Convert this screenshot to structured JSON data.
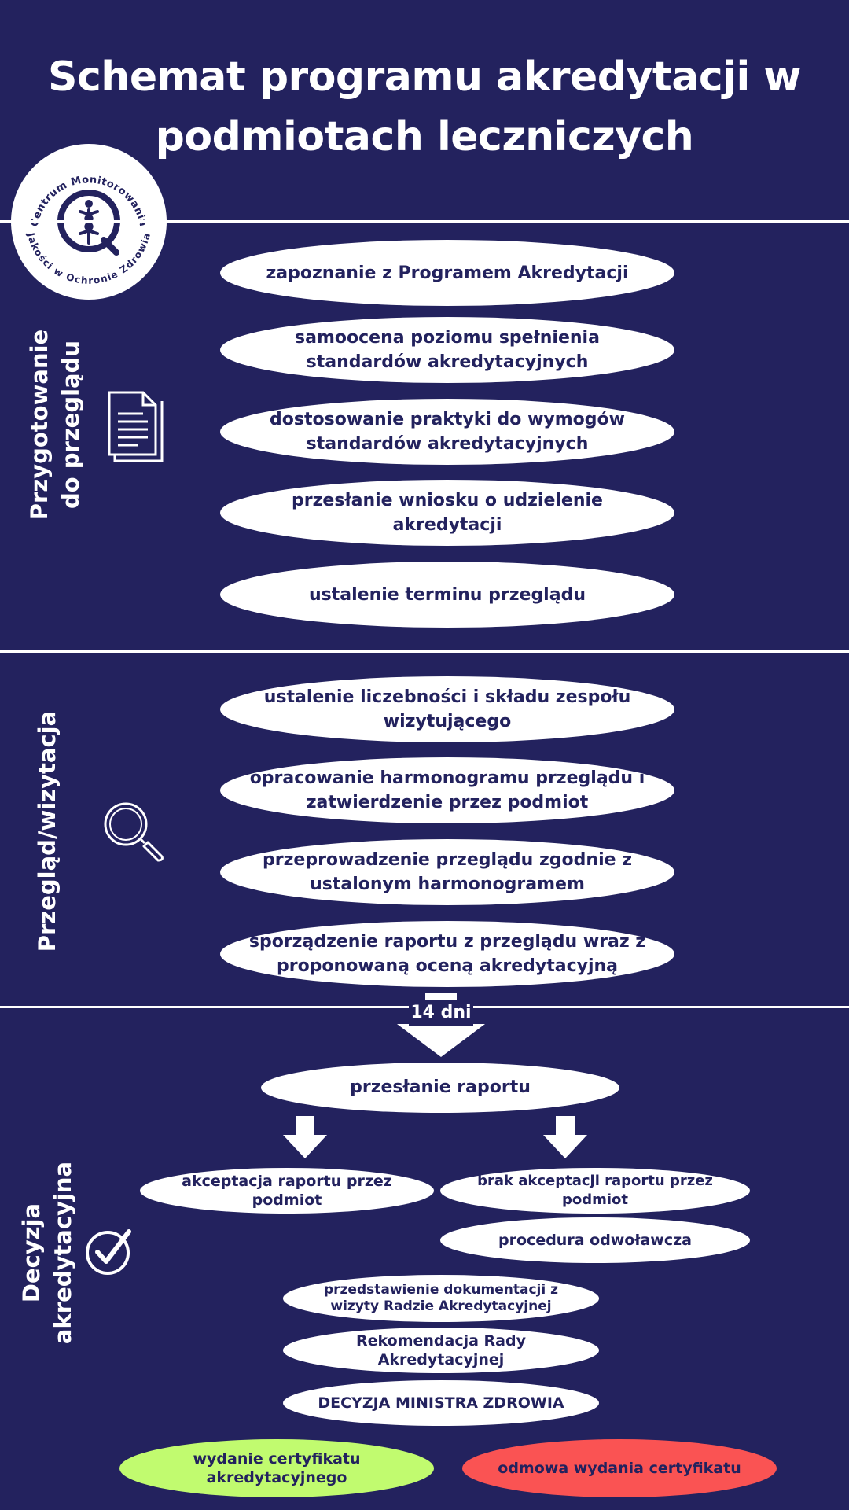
{
  "title": "Schemat programu akredytacji w podmiotach leczniczych",
  "logo": {
    "text_top": "Centrum Monitorowania",
    "text_bottom": "Jakości w Ochronie Zdrowia"
  },
  "sections": {
    "preparation": "Przygotowanie do przeglądu",
    "review": "Przegląd/wizytacja",
    "decision": "Decyzja akredytacyjna"
  },
  "preparation_steps": [
    "zapoznanie z Programem Akredytacji",
    "samoocena poziomu spełnienia standardów akredytacyjnych",
    "dostosowanie praktyki do wymogów standardów akredytacyjnych",
    "przesłanie wniosku o udzielenie akredytacji",
    "ustalenie terminu przeglądu"
  ],
  "review_steps": [
    "ustalenie liczebności i składu zespołu wizytującego",
    "opracowanie harmonogramu przeglądu i zatwierdzenie przez podmiot",
    "przeprowadzenie przeglądu zgodnie z ustalonym harmonogramem",
    "sporządzenie raportu z przeglądu wraz z proponowaną oceną akredytacyjną"
  ],
  "decision": {
    "days_label": "14 dni",
    "send_report": "przesłanie raportu",
    "accept": "akceptacja raportu przez podmiot",
    "reject": "brak akceptacji raportu przez podmiot",
    "appeal": "procedura odwoławcza",
    "present_docs": "przedstawienie dokumentacji z wizyty Radzie Akredytacyjnej",
    "recommendation": "Rekomendacja Rady Akredytacyjnej",
    "minister": "DECYZJA MINISTRA ZDROWIA",
    "issue_cert": "wydanie certyfikatu akredytacyjnego",
    "refuse_cert": "odmowa wydania certyfikatu"
  },
  "colors": {
    "background": "#23225e",
    "pill": "#ffffff",
    "issue": "#c1fb6f",
    "refuse": "#fa5353"
  },
  "icons": [
    "document-icon",
    "magnifier-icon",
    "check-icon",
    "arrow-down-icon"
  ]
}
